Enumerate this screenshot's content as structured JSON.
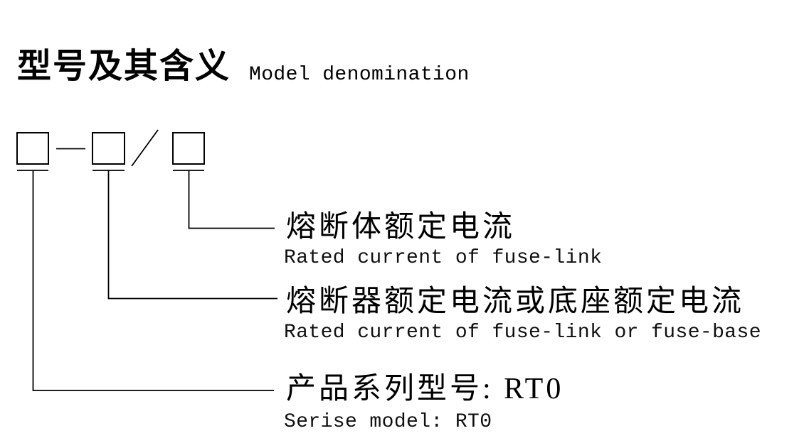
{
  "header": {
    "title_cn": "型号及其含义",
    "title_en": "Model denomination"
  },
  "diagram": {
    "code_pattern": {
      "boxes_count": 3,
      "separator_dash": "—",
      "separator_slash": "/"
    },
    "entries": [
      {
        "cn": "熔断体额定电流",
        "en": "Rated current of fuse-link"
      },
      {
        "cn": "熔断器额定电流或底座额定电流",
        "en": "Rated current of fuse-link or fuse-base"
      },
      {
        "cn": "产品系列型号: RT0",
        "en": "Serise model: RT0"
      }
    ]
  }
}
